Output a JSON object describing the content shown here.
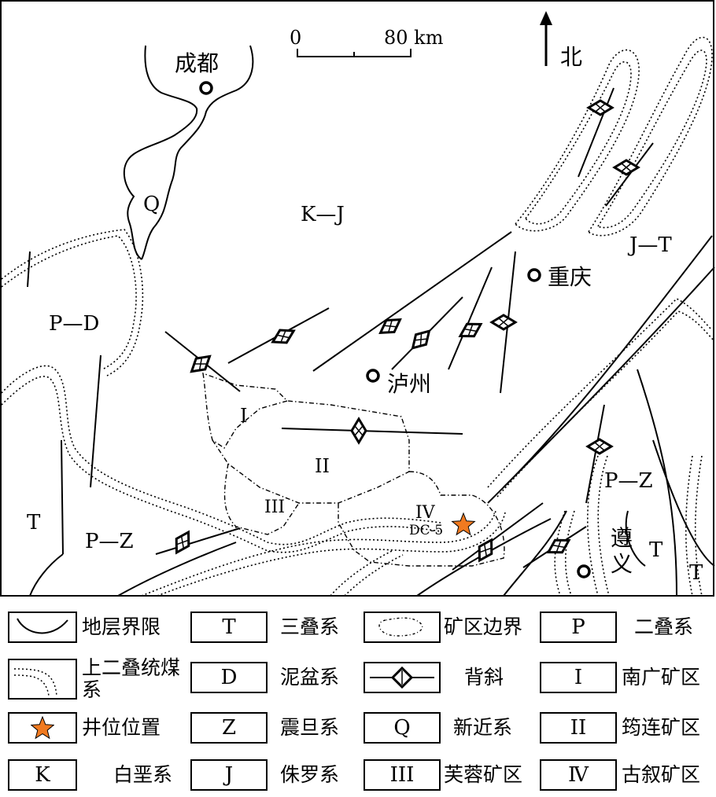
{
  "map": {
    "scale_zero": "0",
    "scale_max": "80 km",
    "north_label": "北",
    "cities": [
      {
        "name": "成都"
      },
      {
        "name": "重庆"
      },
      {
        "name": "泸州"
      },
      {
        "name": "遵义"
      }
    ],
    "unit_labels": {
      "Q": "Q",
      "KJ": "K—J",
      "JT": "J—T",
      "PD": "P—D",
      "T_left": "T",
      "PZ_left": "P—Z",
      "PZ_right": "P—Z",
      "T_right1": "T",
      "T_right2": "T"
    },
    "mine_labels": {
      "I": "I",
      "II": "II",
      "III": "III",
      "IV": "IV"
    },
    "well_label": "DC-5",
    "well_color": "#f07a20"
  },
  "legend": {
    "stratum_boundary": "地层界限",
    "coal_series": "上二叠统煤系",
    "well_position": "井位位置",
    "K_symbol": "K",
    "K_name": "白垩系",
    "T_symbol": "T",
    "T_name": "三叠系",
    "D_symbol": "D",
    "D_name": "泥盆系",
    "Z_symbol": "Z",
    "Z_name": "震旦系",
    "J_symbol": "J",
    "J_name": "侏罗系",
    "mine_boundary": "矿区边界",
    "anticline": "背斜",
    "Q_symbol": "Q",
    "Q_name": "新近系",
    "III_symbol": "III",
    "III_name": "芙蓉矿区",
    "P_symbol": "P",
    "P_name": "二叠系",
    "I_symbol": "I",
    "I_name": "南广矿区",
    "II_symbol": "II",
    "II_name": "筠连矿区",
    "IV_symbol": "Ⅳ",
    "IV_name": "古叙矿区"
  }
}
